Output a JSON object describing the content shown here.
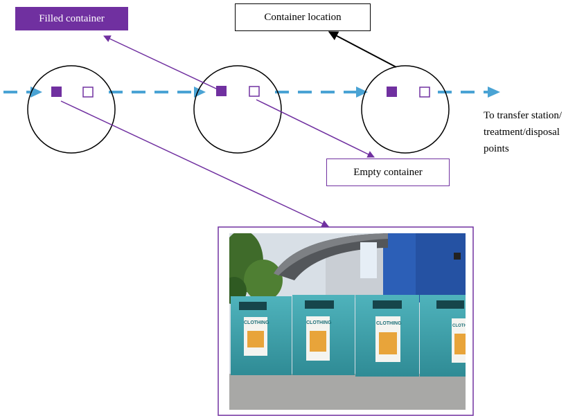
{
  "labels": {
    "filled_container": "Filled container",
    "container_location": "Container location",
    "empty_container": "Empty container"
  },
  "destination_lines": [
    "To transfer station/",
    "treatment/disposal",
    "points"
  ],
  "colors": {
    "route": "#4aa3d4",
    "container": "#7030a0",
    "leader": "#7030a0",
    "location_leader": "#000000",
    "photo_frame": "#7030a0"
  },
  "photo": {
    "bin_sign_text": "CLOTHING"
  }
}
